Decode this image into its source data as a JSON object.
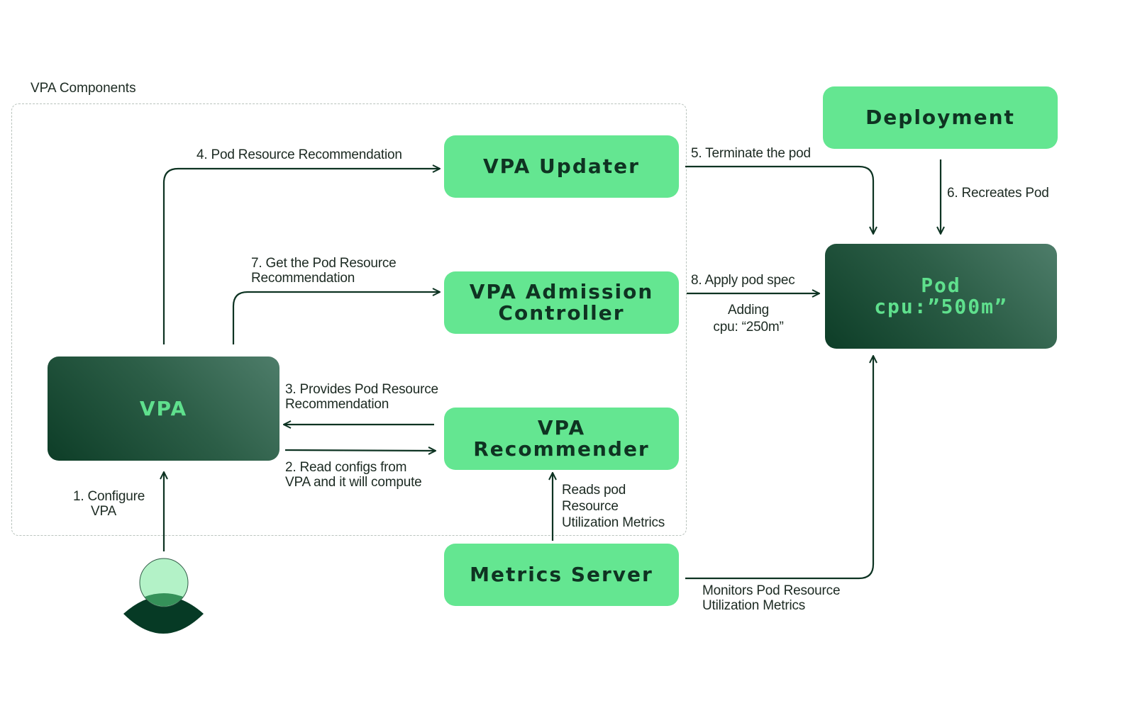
{
  "group": {
    "label": "VPA Components"
  },
  "nodes": {
    "vpa_updater": {
      "label": "VPA Updater"
    },
    "vpa_admission_controller": {
      "lines": [
        "VPA Admission",
        "Controller"
      ]
    },
    "vpa_recommender": {
      "lines": [
        "VPA",
        "Recommender"
      ]
    },
    "vpa": {
      "label": "VPA"
    },
    "metrics_server": {
      "label": "Metrics Server"
    },
    "deployment": {
      "label": "Deployment"
    },
    "pod": {
      "lines": [
        "Pod",
        "cpu:”500m”"
      ]
    }
  },
  "edges": {
    "step1": {
      "lines": [
        "1. Configure",
        "VPA"
      ]
    },
    "step2": {
      "lines": [
        "2. Read configs from",
        "VPA and it will compute"
      ]
    },
    "step3": {
      "lines": [
        "3. Provides Pod Resource",
        "Recommendation"
      ]
    },
    "step4": {
      "label": "4. Pod Resource Recommendation"
    },
    "step5": {
      "label": "5. Terminate the pod"
    },
    "step6": {
      "label": "6. Recreates Pod"
    },
    "step7": {
      "lines": [
        "7. Get the Pod Resource",
        "Recommendation"
      ]
    },
    "step8": {
      "label": "8. Apply pod spec",
      "sub_lines": [
        "Adding",
        "cpu: “250m”"
      ]
    },
    "reads_metrics": {
      "lines": [
        "Reads pod",
        "Resource",
        "Utilization Metrics"
      ]
    },
    "monitors_metrics": {
      "lines": [
        "Monitors Pod Resource",
        "Utilization Metrics"
      ]
    }
  },
  "colors": {
    "light_node": "#64e691",
    "dark_node": "#2c5e47",
    "dark_node_text": "#5fe08d",
    "arrow": "#0d3322",
    "dashed_border": "#b9c3bd"
  },
  "icons": {
    "user": "user-icon"
  }
}
